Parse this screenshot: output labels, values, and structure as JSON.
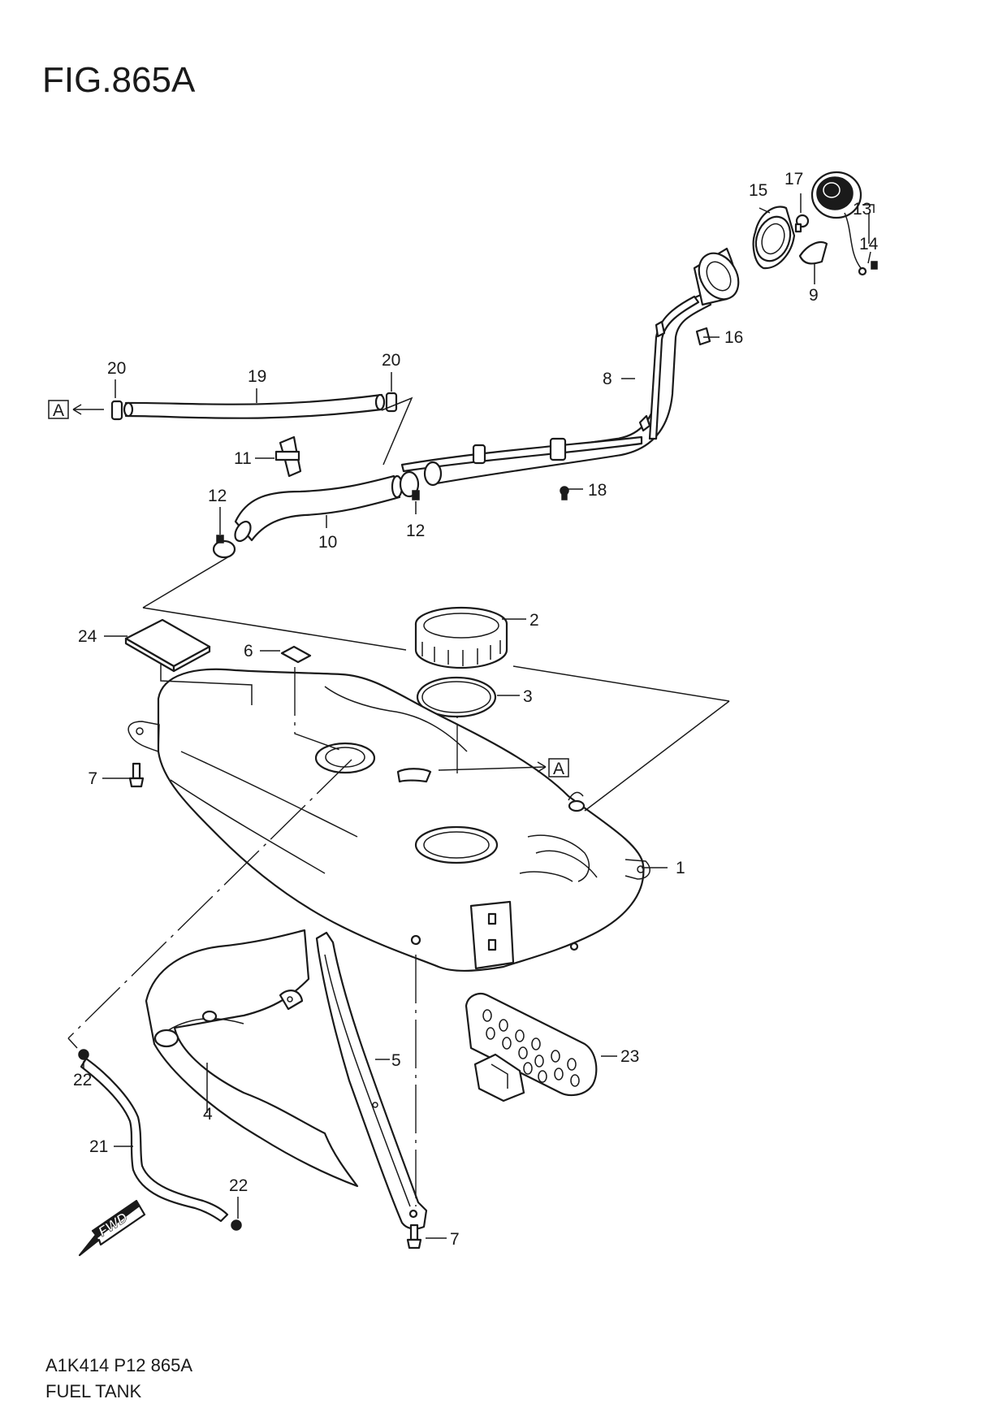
{
  "figure": {
    "title": "FIG.865A"
  },
  "footer": {
    "code": "A1K414 P12 865A",
    "name": "FUEL TANK"
  },
  "markers": {
    "ref_left": "A",
    "ref_right": "A",
    "fwd": "FWD"
  },
  "callouts": {
    "c1": "1",
    "c2": "2",
    "c3": "3",
    "c4": "4",
    "c5": "5",
    "c6": "6",
    "c7a": "7",
    "c7b": "7",
    "c8": "8",
    "c9": "9",
    "c10": "10",
    "c11": "11",
    "c12a": "12",
    "c12b": "12",
    "c13": "13",
    "c14": "14",
    "c15": "15",
    "c16": "16",
    "c17": "17",
    "c18": "18",
    "c19": "19",
    "c20a": "20",
    "c20b": "20",
    "c21": "21",
    "c22a": "22",
    "c22b": "22",
    "c23": "23",
    "c24": "24"
  }
}
